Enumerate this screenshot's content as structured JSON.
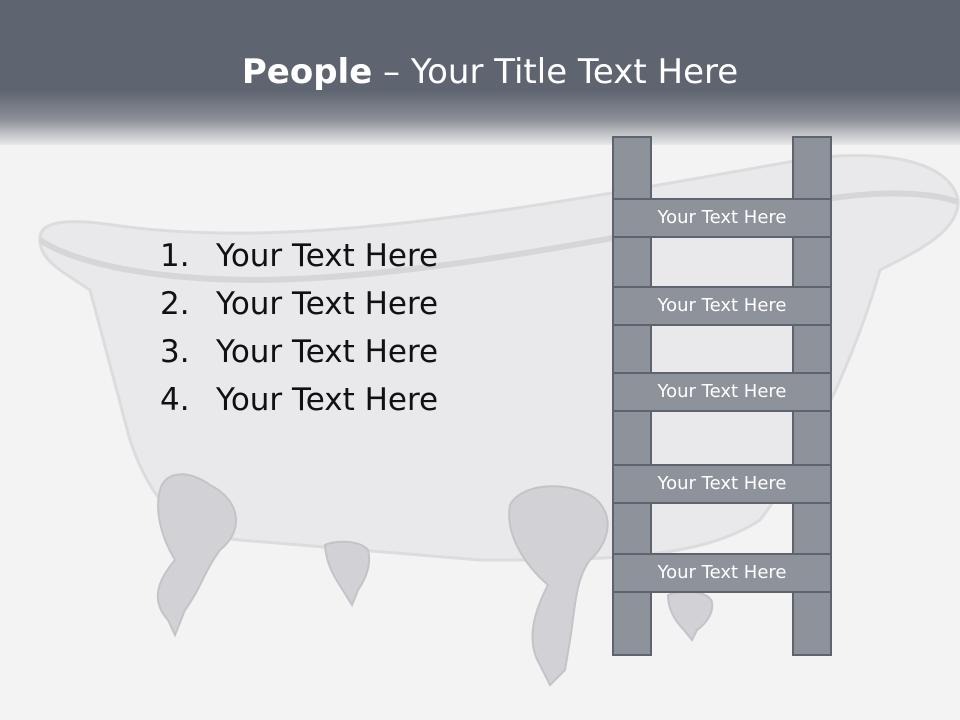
{
  "title": {
    "bold": "People",
    "rest": " – Your Title Text Here"
  },
  "list": [
    {
      "num": "1.",
      "text": "Your Text Here"
    },
    {
      "num": "2.",
      "text": "Your Text Here"
    },
    {
      "num": "3.",
      "text": "Your Text Here"
    },
    {
      "num": "4.",
      "text": "Your Text Here"
    }
  ],
  "ladder": {
    "rungs": [
      "Your Text Here",
      "Your Text Here",
      "Your Text Here",
      "Your Text Here",
      "Your Text Here"
    ]
  },
  "colors": {
    "header": "#5e6470",
    "ladder_fill": "#8e939b",
    "ladder_border": "#5e646d"
  }
}
